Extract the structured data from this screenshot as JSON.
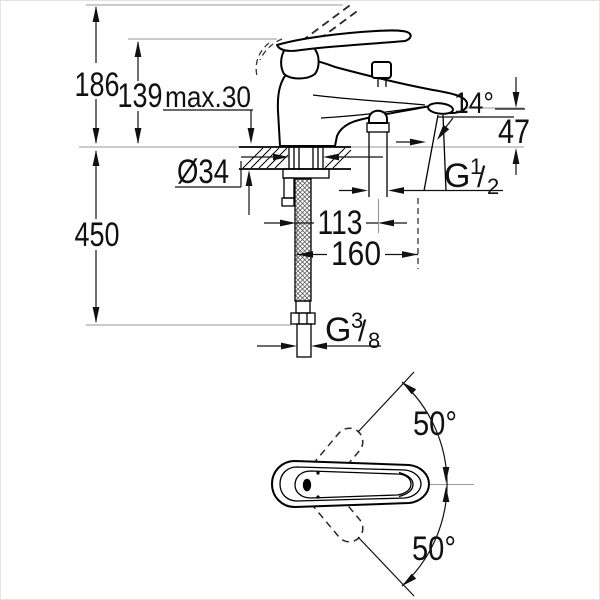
{
  "drawing": {
    "side_view": {
      "dim_total_height": "186",
      "dim_body_height": "139",
      "dim_deck_thickness": "max.30",
      "dim_hole_diameter": "Ø34",
      "dim_hose_length": "450",
      "dim_hose_to_shower_outlet": "113",
      "dim_spout_reach": "160",
      "dim_spout_angle": "14°",
      "dim_spout_height": "47",
      "shower_outlet_thread": {
        "letter": "G",
        "numerator": "1",
        "slash": "/",
        "denominator": "2"
      },
      "supply_thread": {
        "letter": "G",
        "numerator": "3",
        "slash": "/",
        "denominator": "8"
      }
    },
    "top_view": {
      "dim_handle_swing_up": "50°",
      "dim_handle_swing_down": "50°"
    },
    "colors": {
      "outline": "#000000",
      "dimension": "#111111",
      "reference": "#979797",
      "background": "#ffffff"
    }
  }
}
